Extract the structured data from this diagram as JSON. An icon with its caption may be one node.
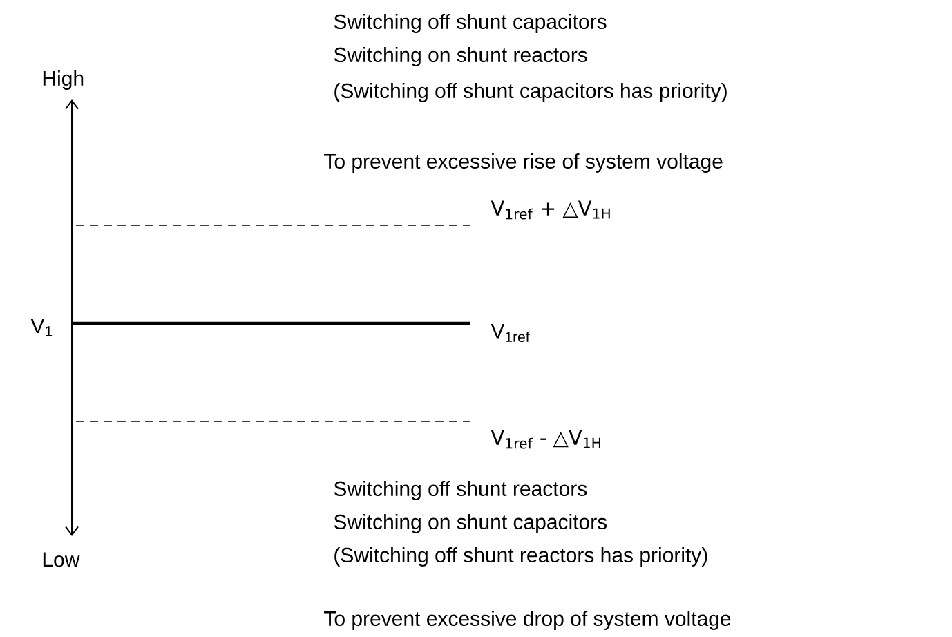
{
  "diagram": {
    "labels": [
      "Switching off shunt capacitors",
      "Switching on shunt reactors",
      "(Switching off shunt capacitors has priority)",
      "High",
      "To prevent excessive rise of system voltage",
      "V$_{1ref}$ + △V$_{1H}$",
      "V$_{1}$",
      "V$_{1ref}$",
      "V$_{1ref}$ - △V$_{1H}$",
      "Switching off shunt reactors",
      "Switching on shunt capacitors",
      "(Switching off shunt reactors has priority)",
      "Low",
      "To prevent excessive drop of system voltage"
    ]
  }
}
